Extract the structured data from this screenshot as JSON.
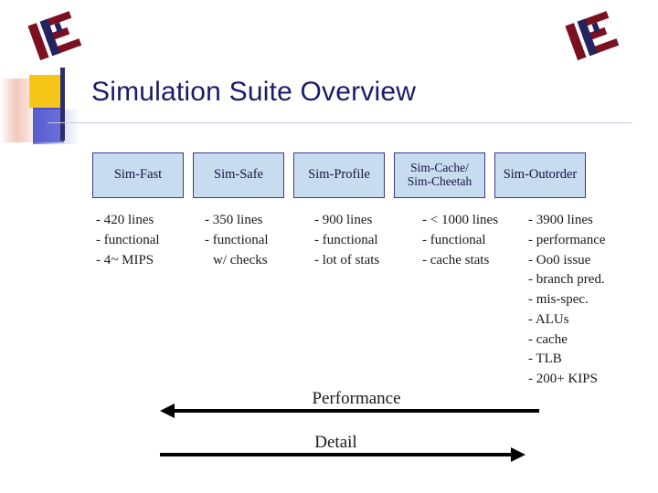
{
  "slide": {
    "title": "Simulation Suite Overview",
    "logo_left": "ise-logo",
    "logo_right": "ise-logo"
  },
  "simulators": [
    {
      "name": "Sim-Fast",
      "name_lines": [
        "Sim-Fast"
      ],
      "details": [
        "- 420 lines",
        "- functional",
        "- 4~ MIPS"
      ]
    },
    {
      "name": "Sim-Safe",
      "name_lines": [
        "Sim-Safe"
      ],
      "details": [
        "- 350 lines",
        "- functional",
        "w/ checks"
      ]
    },
    {
      "name": "Sim-Profile",
      "name_lines": [
        "Sim-Profile"
      ],
      "details": [
        "- 900 lines",
        "- functional",
        "- lot of stats"
      ]
    },
    {
      "name": "Sim-Cache/Sim-Cheetah",
      "name_lines": [
        "Sim-Cache/",
        "Sim-Cheetah"
      ],
      "details": [
        "- < 1000 lines",
        "- functional",
        "- cache stats"
      ]
    },
    {
      "name": "Sim-Outorder",
      "name_lines": [
        "Sim-Outorder"
      ],
      "details": [
        "- 3900 lines",
        "- performance",
        "- Oo0 issue",
        "- branch pred.",
        "- mis-spec.",
        "- ALUs",
        "- cache",
        "- TLB",
        "- 200+ KIPS"
      ]
    }
  ],
  "axes": [
    {
      "label": "Performance",
      "direction": "left"
    },
    {
      "label": "Detail",
      "direction": "right"
    }
  ],
  "colors": {
    "title": "#1b1b6b",
    "box_fill": "#c8dcef",
    "box_border": "#3a3a8c",
    "accent_yellow": "#f5c518",
    "accent_blue": "#4a4fd0"
  }
}
